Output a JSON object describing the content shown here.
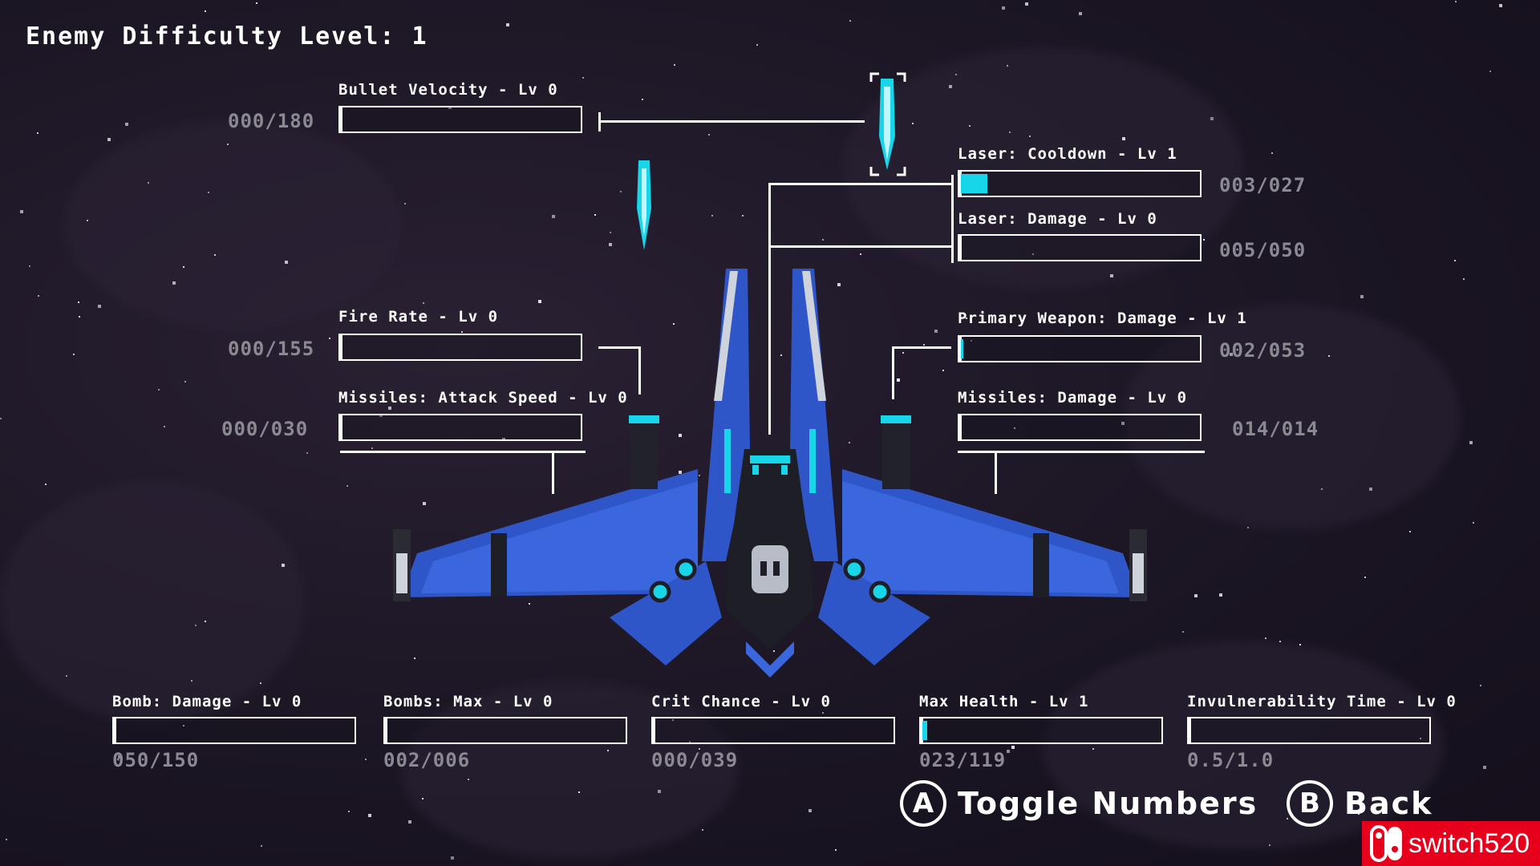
{
  "hud": {
    "title": "Enemy Difficulty Level: 1"
  },
  "colors": {
    "fill": "#17d6ea",
    "hull": "#2f56c8",
    "background": "#1d1726"
  },
  "stats": {
    "bullet_velocity": {
      "label": "Bullet Velocity - Lv 0",
      "value": "000/180",
      "progress": 0
    },
    "laser_cooldown": {
      "label": "Laser: Cooldown - Lv 1",
      "value": "003/027",
      "progress": 0.11
    },
    "laser_damage": {
      "label": "Laser: Damage - Lv 0",
      "value": "005/050",
      "progress": 0
    },
    "fire_rate": {
      "label": "Fire Rate - Lv 0",
      "value": "000/155",
      "progress": 0
    },
    "primary_damage": {
      "label": "Primary Weapon: Damage - Lv 1",
      "value": "002/053",
      "progress": 0.01
    },
    "missiles_speed": {
      "label": "Missiles: Attack Speed - Lv 0",
      "value": "000/030",
      "progress": 0
    },
    "missiles_damage": {
      "label": "Missiles: Damage - Lv 0",
      "value": "014/014",
      "progress": 0
    },
    "bomb_damage": {
      "label": "Bomb: Damage - Lv 0",
      "value": "050/150",
      "progress": 0
    },
    "bombs_max": {
      "label": "Bombs: Max - Lv 0",
      "value": "002/006",
      "progress": 0
    },
    "crit_chance": {
      "label": "Crit Chance - Lv 0",
      "value": "000/039",
      "progress": 0
    },
    "max_health": {
      "label": "Max Health - Lv 1",
      "value": "023/119",
      "progress": 0.02
    },
    "invuln_time": {
      "label": "Invulnerability Time - Lv 0",
      "value": "0.5/1.0",
      "progress": 0
    }
  },
  "controls": {
    "toggle": {
      "key": "A",
      "label": "Toggle Numbers"
    },
    "back": {
      "key": "B",
      "label": "Back"
    }
  },
  "watermark": {
    "text": "switch520"
  }
}
